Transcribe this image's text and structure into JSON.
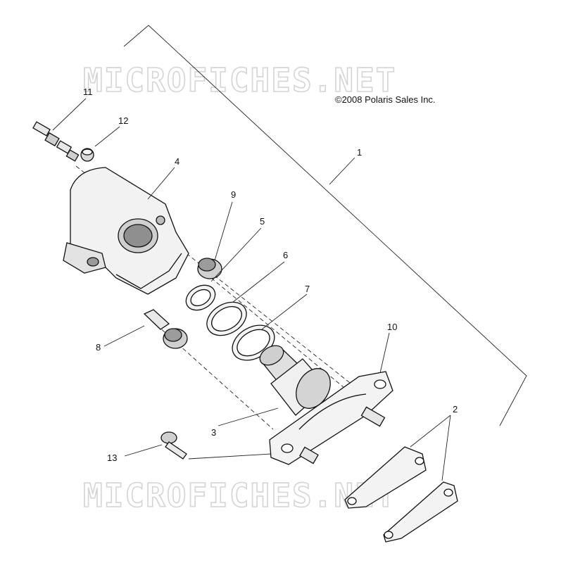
{
  "watermark": {
    "top": "MICROFICHES.NET",
    "bottom": "MICROFICHES.NET"
  },
  "copyright": "©2008 Polaris Sales Inc.",
  "callouts": {
    "c1": "1",
    "c2": "2",
    "c3": "3",
    "c4": "4",
    "c5": "5",
    "c6": "6",
    "c7": "7",
    "c8": "8",
    "c9": "9",
    "c10": "10",
    "c11": "11",
    "c12": "12",
    "c13": "13"
  },
  "colors": {
    "line": "#111111",
    "part_fill": "#f2f2f2",
    "shade": "#bdbdbd",
    "watermark": "#d4d4d4"
  }
}
